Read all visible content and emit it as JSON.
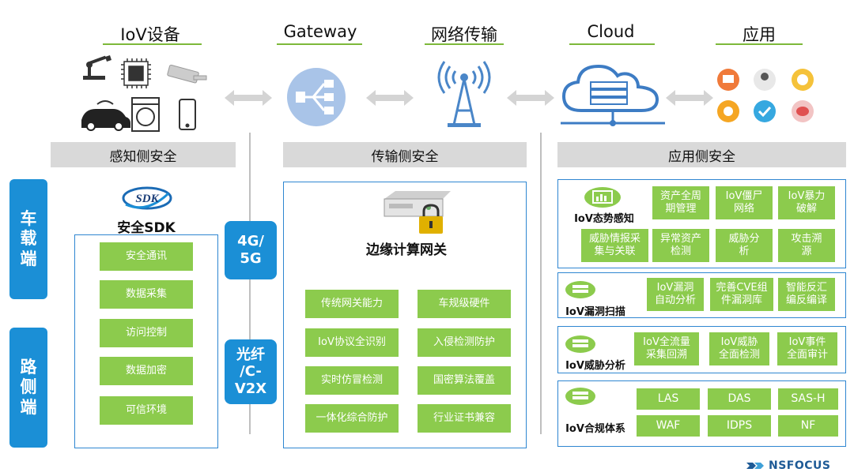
{
  "columns": {
    "iov_devices": "IoV设备",
    "gateway": "Gateway",
    "network": "网络传输",
    "cloud": "Cloud",
    "app": "应用"
  },
  "bands": {
    "perception": "感知侧安全",
    "transport": "传输侧安全",
    "application": "应用侧安全"
  },
  "side_tabs": {
    "vehicle": [
      "车",
      "载",
      "端"
    ],
    "road": [
      "路",
      "侧",
      "端"
    ]
  },
  "sdk": {
    "logo_text": "SDK",
    "title": "安全SDK",
    "items": [
      "安全通讯",
      "数据采集",
      "访问控制",
      "数据加密",
      "可信环境"
    ]
  },
  "connections": {
    "tag1": "4G/\n5G",
    "tag2": "光纤\n/C-\nV2X"
  },
  "edge_gateway": {
    "title": "边缘计算网关",
    "items": [
      "传统网关能力",
      "车规级硬件",
      "IoV协议全识别",
      "入侵检测防护",
      "实时仿冒检测",
      "国密算法覆盖",
      "一体化综合防护",
      "行业证书兼容"
    ]
  },
  "app_sections": [
    {
      "label": "IoV态势感知",
      "items": [
        "资产全周\n期管理",
        "IoV僵尸\n网络",
        "IoV暴力\n破解",
        "威胁情报采\n集与关联",
        "异常资产\n检测",
        "威胁分\n析",
        "攻击溯\n源"
      ]
    },
    {
      "label": "IoV漏洞扫描",
      "items": [
        "IoV漏洞\n自动分析",
        "完善CVE组\n件漏洞库",
        "智能反汇\n编反编译"
      ]
    },
    {
      "label": "IoV威胁分析",
      "items": [
        "IoV全流量\n采集回溯",
        "IoV威胁\n全面检测",
        "IoV事件\n全面审计"
      ]
    },
    {
      "label": "IoV合规体系",
      "items": [
        "LAS",
        "DAS",
        "SAS-H",
        "WAF",
        "IDPS",
        "NF"
      ]
    }
  ],
  "logo": "NSFOCUS",
  "colors": {
    "accent_green": "#8ccb4d",
    "accent_blue": "#1b8fd6",
    "band_gray": "#d9d9d9"
  },
  "icons": [
    "robot-arm-icon",
    "chip-icon",
    "camera-icon",
    "car-icon",
    "washer-icon",
    "phone-icon",
    "gateway-icon",
    "antenna-icon",
    "cloud-server-icon",
    "app-icons",
    "server-lock-icon",
    "dashboard-icon",
    "scanner-icon",
    "shield-icon"
  ]
}
